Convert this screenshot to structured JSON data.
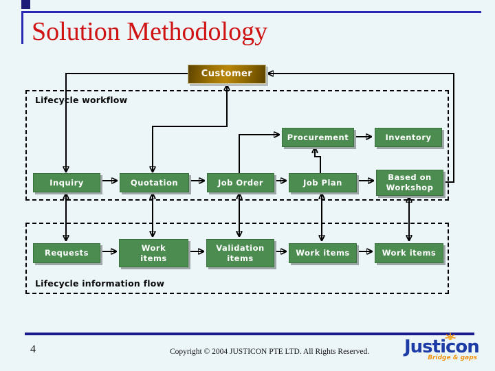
{
  "slide": {
    "title": "Solution Methodology",
    "footer": {
      "page_number": "4",
      "copyright": "Copyright © 2004 JUSTICON PTE LTD.  All Rights Reserved.",
      "logo_name": "Justicon",
      "logo_tagline": "Bridge & gaps"
    },
    "colors": {
      "background": "#ecf6f9",
      "title_red": "#cf1212",
      "accent_blue": "#2828b4",
      "footer_bar_blue": "#1b1b8e",
      "node_green": "#4c8c50",
      "customer_gold": "#b8860b",
      "logo_blue": "#1e3ca5",
      "logo_orange": "#f0920f"
    }
  },
  "diagram": {
    "groups": [
      {
        "label": "Lifecycle workflow"
      },
      {
        "label": "Lifecycle information flow"
      }
    ],
    "nodes": {
      "customer": "Customer",
      "procurement": "Procurement",
      "inventory": "Inventory",
      "inquiry": "Inquiry",
      "quotation": "Quotation",
      "job_order": "Job Order",
      "job_plan": "Job Plan",
      "based_on_workshop": "Based on\nWorkshop",
      "requests": "Requests",
      "work_items_1": "Work\nitems",
      "validation_items": "Validation\nitems",
      "work_items_2": "Work items",
      "work_items_3": "Work items"
    },
    "edges": [
      "customer -> inquiry",
      "customer <-> quotation",
      "based_on_workshop -> customer",
      "job_order -> procurement",
      "job_plan -> procurement",
      "procurement -> inventory",
      "inquiry -> quotation",
      "quotation -> job_order",
      "job_order -> job_plan",
      "job_plan -> based_on_workshop",
      "requests -> work_items_1",
      "work_items_1 -> validation_items",
      "validation_items -> work_items_2",
      "work_items_2 -> work_items_3",
      "inquiry <-> requests",
      "quotation <-> work_items_1",
      "job_order <-> validation_items",
      "job_plan <-> work_items_2",
      "based_on_workshop <-> work_items_3"
    ]
  }
}
